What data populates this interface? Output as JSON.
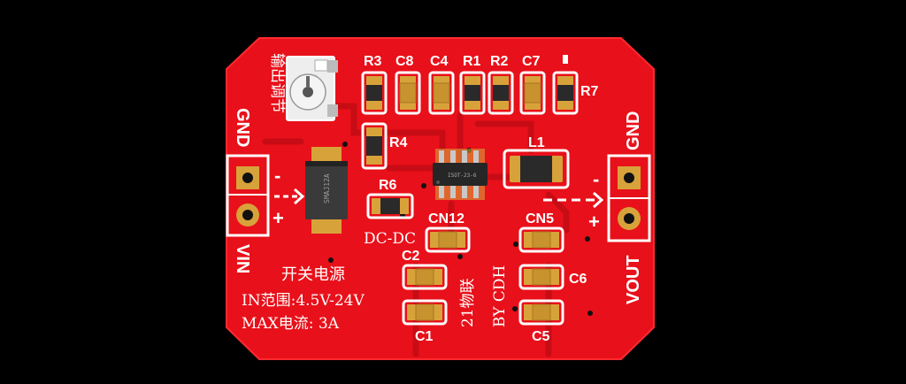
{
  "board": {
    "colors": {
      "mask": "#e8101a",
      "mask_dark": "#c40c14",
      "silk": "#ffffff",
      "pad": "#d8a23a",
      "background": "#000000"
    }
  },
  "labels": {
    "r3": "R3",
    "c8": "C8",
    "c4": "C4",
    "r1": "R1",
    "r2": "R2",
    "c7": "C7",
    "r7": "R7",
    "r4": "R4",
    "r6": "R6",
    "l1": "L1",
    "cn12": "CN12",
    "cn5": "CN5",
    "c2": "C2",
    "c1": "C1",
    "c6": "C6",
    "c5": "C5",
    "gnd_left": "GND",
    "vin": "VIN",
    "gnd_right": "GND",
    "vout": "VOUT",
    "pot_label": "输出调节",
    "dc_dc": "DC-DC",
    "switch_supply": "开关电源",
    "in_range": "IN范围:4.5V-24V",
    "max_current": "MAX电流: 3A",
    "brand": "21物联",
    "author": "BY CDH",
    "diode_marking": "SMAJ12A",
    "ic_marking": "ISOT-23-6",
    "minus": "-",
    "plus": "+"
  }
}
